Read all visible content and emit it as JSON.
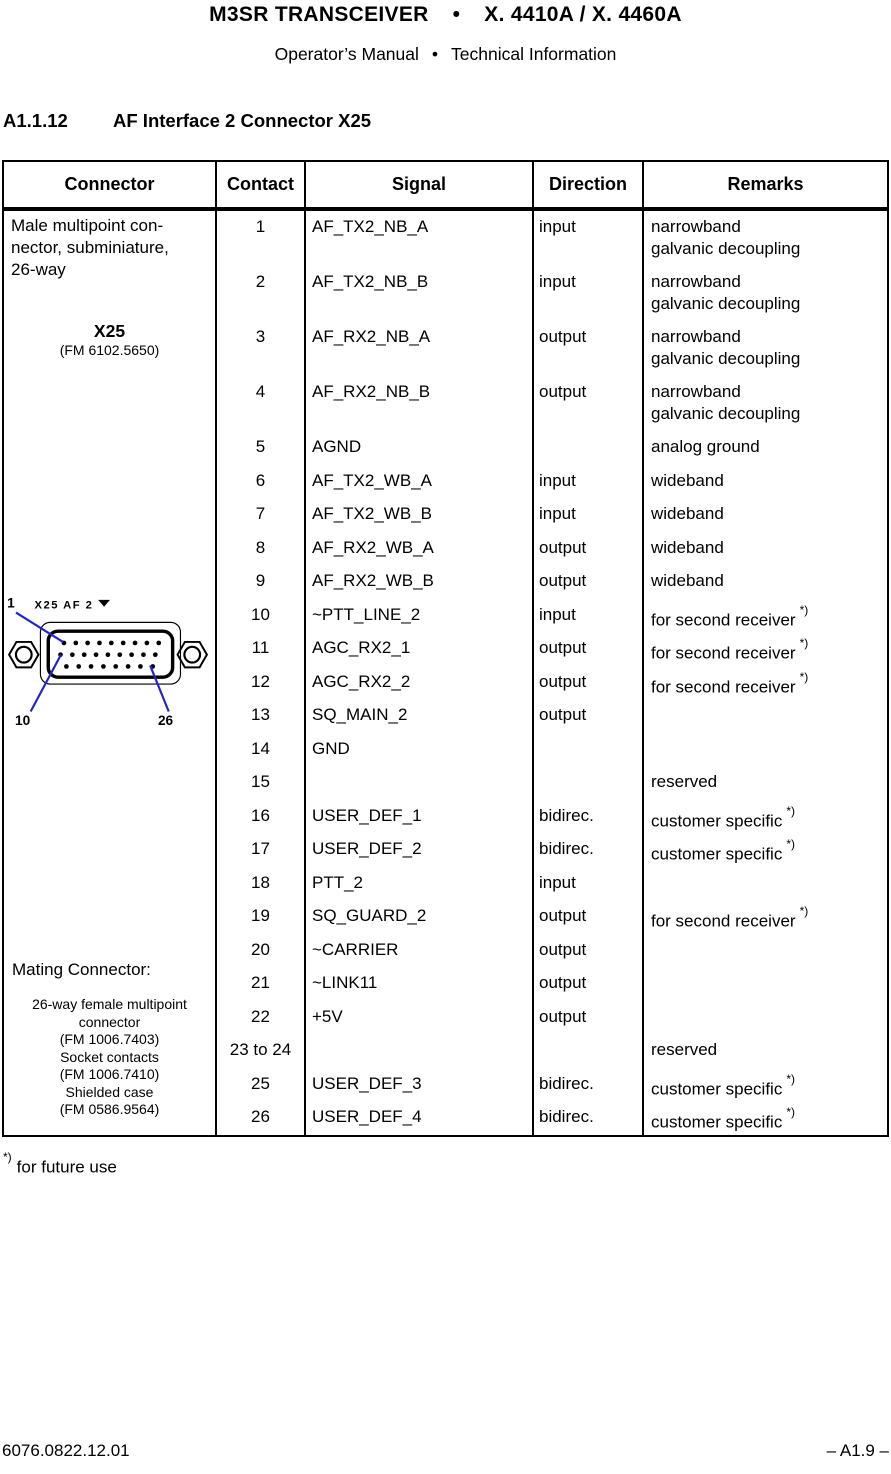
{
  "page": {
    "header_title": {
      "left": "M3SR TRANSCEIVER",
      "sep": "•",
      "right": "X. 4410A / X. 4460A"
    },
    "header_subtitle": {
      "left": "Operator’s Manual",
      "sep": "•",
      "right": "Technical Information"
    },
    "section": {
      "number": "A1.1.12",
      "title": "AF Interface 2 Connector X25"
    },
    "footnote": {
      "sup": "*)",
      "text": "for future use"
    },
    "footer": {
      "left": "6076.0822.12.01",
      "right": "– A1.9 –"
    }
  },
  "table": {
    "headers": {
      "connector": "Connector",
      "contact": "Contact",
      "signal": "Signal",
      "direction": "Direction",
      "remarks": "Remarks"
    },
    "connector_cell": {
      "description": [
        "Male multipoint con-",
        "nector, subminiature,",
        "26-way"
      ],
      "name": "X25",
      "part": "(FM 6102.5650)",
      "diagram": {
        "label": "X25 AF 2",
        "pin_first": "1",
        "pin_mid": "10",
        "pin_last": "26",
        "line_color": "#2323cc"
      },
      "mating_title": "Mating Connector:",
      "mating": [
        "26-way female multipoint",
        "connector",
        "(FM 1006.7403)",
        "Socket contacts",
        "(FM 1006.7410)",
        "Shielded case",
        "(FM 0586.9564)"
      ]
    },
    "rows": [
      {
        "contact": "1",
        "signal": "AF_TX2_NB_A",
        "direction": "input",
        "remark": "narrowband",
        "remark2": "galvanic decoupling",
        "sup": ""
      },
      {
        "contact": "2",
        "signal": "AF_TX2_NB_B",
        "direction": "input",
        "remark": "narrowband",
        "remark2": "galvanic decoupling",
        "sup": ""
      },
      {
        "contact": "3",
        "signal": "AF_RX2_NB_A",
        "direction": "output",
        "remark": "narrowband",
        "remark2": "galvanic decoupling",
        "sup": ""
      },
      {
        "contact": "4",
        "signal": "AF_RX2_NB_B",
        "direction": "output",
        "remark": "narrowband",
        "remark2": "galvanic decoupling",
        "sup": ""
      },
      {
        "contact": "5",
        "signal": "AGND",
        "direction": "",
        "remark": "analog ground",
        "remark2": "",
        "sup": ""
      },
      {
        "contact": "6",
        "signal": "AF_TX2_WB_A",
        "direction": "input",
        "remark": "wideband",
        "remark2": "",
        "sup": ""
      },
      {
        "contact": "7",
        "signal": "AF_TX2_WB_B",
        "direction": "input",
        "remark": "wideband",
        "remark2": "",
        "sup": ""
      },
      {
        "contact": "8",
        "signal": "AF_RX2_WB_A",
        "direction": "output",
        "remark": "wideband",
        "remark2": "",
        "sup": ""
      },
      {
        "contact": "9",
        "signal": "AF_RX2_WB_B",
        "direction": "output",
        "remark": "wideband",
        "remark2": "",
        "sup": ""
      },
      {
        "contact": "10",
        "signal": "~PTT_LINE_2",
        "direction": "input",
        "remark": "for second receiver",
        "remark2": "",
        "sup": "*)"
      },
      {
        "contact": "11",
        "signal": "AGC_RX2_1",
        "direction": "output",
        "remark": "for second receiver",
        "remark2": "",
        "sup": "*)"
      },
      {
        "contact": "12",
        "signal": "AGC_RX2_2",
        "direction": "output",
        "remark": "for second receiver",
        "remark2": "",
        "sup": "*)"
      },
      {
        "contact": "13",
        "signal": "SQ_MAIN_2",
        "direction": "output",
        "remark": "",
        "remark2": "",
        "sup": ""
      },
      {
        "contact": "14",
        "signal": "GND",
        "direction": "",
        "remark": "",
        "remark2": "",
        "sup": ""
      },
      {
        "contact": "15",
        "signal": "",
        "direction": "",
        "remark": "reserved",
        "remark2": "",
        "sup": ""
      },
      {
        "contact": "16",
        "signal": "USER_DEF_1",
        "direction": "bidirec.",
        "remark": "customer specific",
        "remark2": "",
        "sup": "*)"
      },
      {
        "contact": "17",
        "signal": "USER_DEF_2",
        "direction": "bidirec.",
        "remark": "customer specific",
        "remark2": "",
        "sup": "*)"
      },
      {
        "contact": "18",
        "signal": "PTT_2",
        "direction": "input",
        "remark": "",
        "remark2": "",
        "sup": ""
      },
      {
        "contact": "19",
        "signal": "SQ_GUARD_2",
        "direction": "output",
        "remark": "for second receiver",
        "remark2": "",
        "sup": "*)"
      },
      {
        "contact": "20",
        "signal": "~CARRIER",
        "direction": "output",
        "remark": "",
        "remark2": "",
        "sup": ""
      },
      {
        "contact": "21",
        "signal": "~LINK11",
        "direction": "output",
        "remark": "",
        "remark2": "",
        "sup": ""
      },
      {
        "contact": "22",
        "signal": "+5V",
        "direction": "output",
        "remark": "",
        "remark2": "",
        "sup": ""
      },
      {
        "contact": "23 to 24",
        "signal": "",
        "direction": "",
        "remark": "reserved",
        "remark2": "",
        "sup": ""
      },
      {
        "contact": "25",
        "signal": "USER_DEF_3",
        "direction": "bidirec.",
        "remark": "customer specific",
        "remark2": "",
        "sup": "*)"
      },
      {
        "contact": "26",
        "signal": "USER_DEF_4",
        "direction": "bidirec.",
        "remark": "customer specific",
        "remark2": "",
        "sup": "*)"
      }
    ]
  }
}
